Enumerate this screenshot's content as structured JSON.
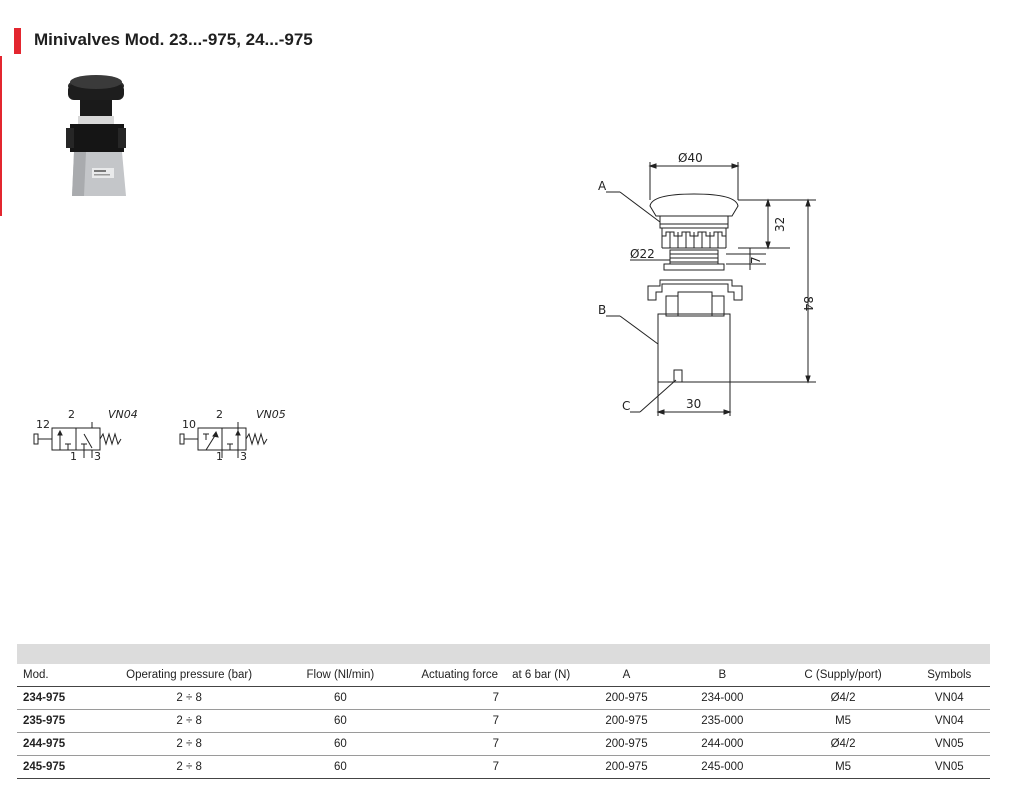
{
  "header": {
    "title": "Minivalves Mod. 23...-975, 24...-975"
  },
  "drawing": {
    "labels": {
      "a": "A",
      "b": "B",
      "c": "C"
    },
    "dims": {
      "d40": "Ø40",
      "d22": "Ø22",
      "h32": "32",
      "h7": "7",
      "h84": "84",
      "w30": "30"
    }
  },
  "symbols": [
    {
      "name": "VN04",
      "port_left": "12",
      "port_top": "2",
      "port_in": "1",
      "port_exh": "3"
    },
    {
      "name": "VN05",
      "port_left": "10",
      "port_top": "2",
      "port_in": "1",
      "port_exh": "3"
    }
  ],
  "table": {
    "columns": {
      "mod": "Mod.",
      "pressure": "Operating pressure (bar)",
      "flow": "Flow (Nl/min)",
      "force_a": "Actuating force",
      "force_b": "at 6 bar (N)",
      "a": "A",
      "b": "B",
      "c": "C (Supply/port)",
      "symbols": "Symbols"
    },
    "rows": [
      {
        "mod": "234-975",
        "pressure": "2 ÷ 8",
        "flow": "60",
        "force": "7",
        "a": "200-975",
        "b": "234-000",
        "c": "Ø4/2",
        "symbol": "VN04"
      },
      {
        "mod": "235-975",
        "pressure": "2 ÷ 8",
        "flow": "60",
        "force": "7",
        "a": "200-975",
        "b": "235-000",
        "c": "M5",
        "symbol": "VN04"
      },
      {
        "mod": "244-975",
        "pressure": "2 ÷ 8",
        "flow": "60",
        "force": "7",
        "a": "200-975",
        "b": "244-000",
        "c": "Ø4/2",
        "symbol": "VN05"
      },
      {
        "mod": "245-975",
        "pressure": "2 ÷ 8",
        "flow": "60",
        "force": "7",
        "a": "200-975",
        "b": "245-000",
        "c": "M5",
        "symbol": "VN05"
      }
    ]
  }
}
